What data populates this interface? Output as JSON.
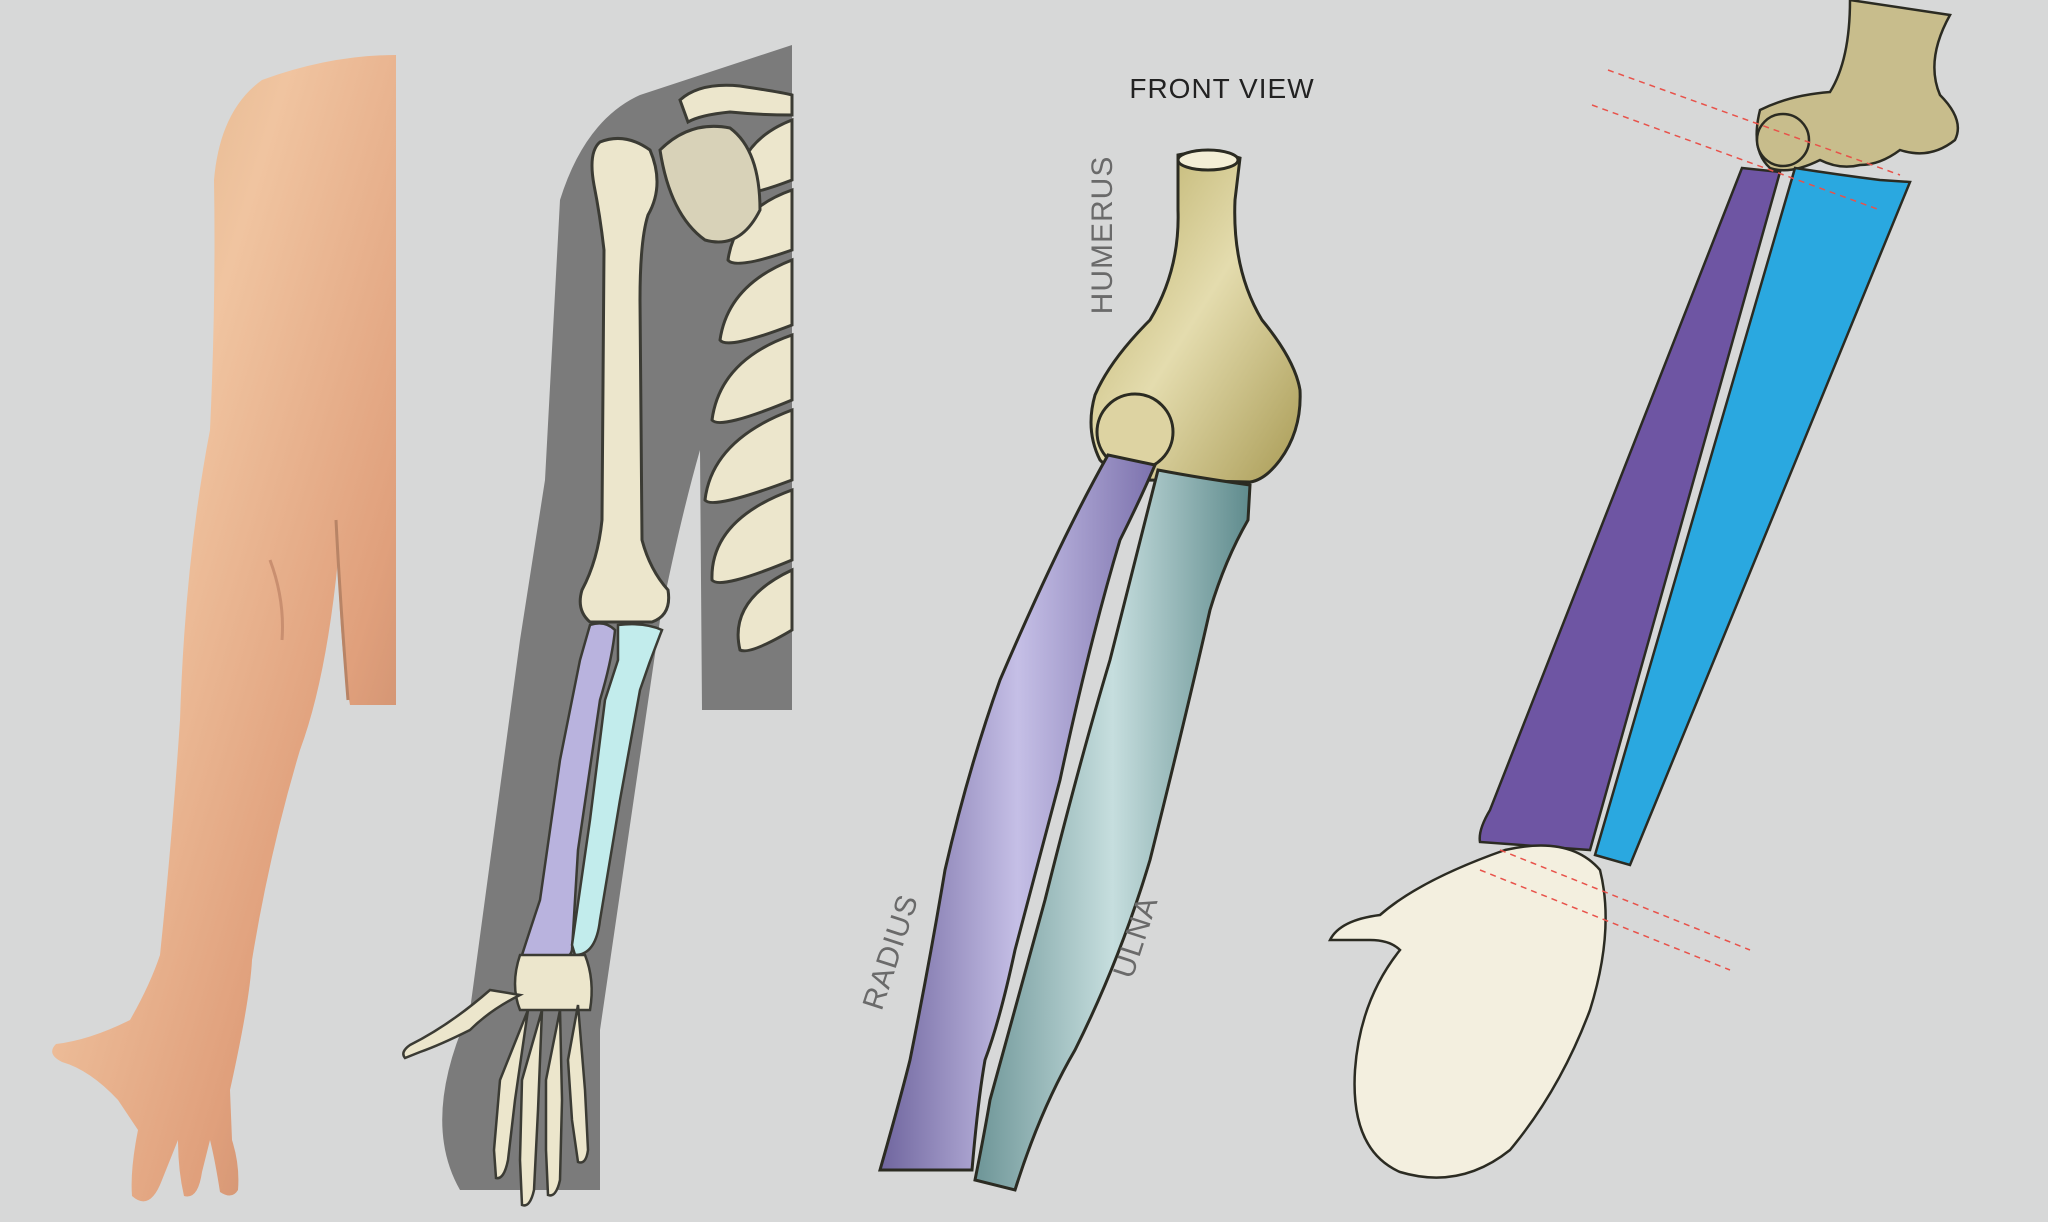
{
  "labels": {
    "front_view": "FRONT VIEW",
    "humerus": "HUMERUS",
    "radius": "RADIUS",
    "ulna": "ULNA"
  },
  "colors": {
    "background": "#d7d8d8",
    "skin": "#e2a682",
    "bone": "#ece6cc",
    "humerus": "#c9bd7a",
    "radius": "#8f86bb",
    "ulna": "#7fa4a6",
    "radius_light": "#b9b3de",
    "ulna_light": "#bfe8ea",
    "radius_schematic": "#6e55a3",
    "ulna_schematic": "#2aa8e0",
    "humerus_schematic": "#c8bd8c",
    "hand_schematic": "#f3efdf",
    "guide_line": "#e8524a",
    "shadow": "#7a7a7a"
  }
}
